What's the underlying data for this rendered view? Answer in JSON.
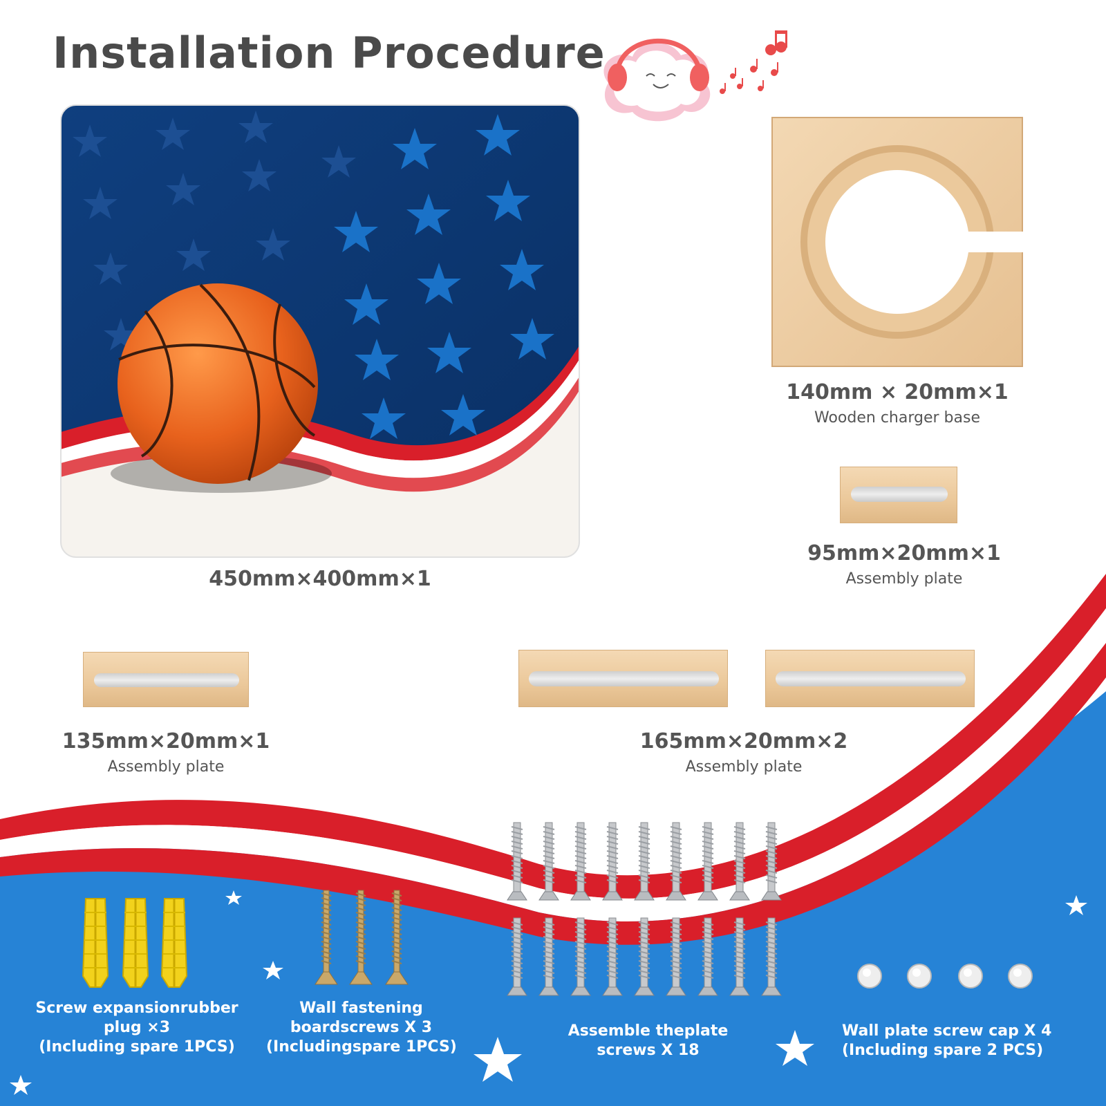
{
  "header": {
    "title": "Installation Procedure"
  },
  "board": {
    "dimension": "450mm×400mm×1"
  },
  "charger_base": {
    "dimension": "140mm × 20mm×1",
    "label": "Wooden charger base"
  },
  "plate_95": {
    "dimension": "95mm×20mm×1",
    "label": "Assembly plate"
  },
  "plate_135": {
    "dimension": "135mm×20mm×1",
    "label": "Assembly plate"
  },
  "plate_165": {
    "dimension": "165mm×20mm×2",
    "label": "Assembly plate"
  },
  "hardware": {
    "plugs": {
      "line1": "Screw expansionrubber",
      "line2": "plug ×3",
      "line3": "(Including spare 1PCS)"
    },
    "wall_screws": {
      "line1": "Wall fastening",
      "line2": "boardscrews X 3",
      "line3": "(Includingspare 1PCS)"
    },
    "plate_screws": {
      "line1": "Assemble theplate",
      "line2": "screws X 18"
    },
    "caps": {
      "line1": "Wall plate screw cap X 4",
      "line2": "(Including spare 2 PCS)"
    }
  },
  "colors": {
    "flag_blue": "#2683d6",
    "flag_red": "#d91f2a",
    "navy": "#0b3a78",
    "wood": "#ebc89a",
    "ball": "#e8621d"
  },
  "icons": [
    "cloud-headphones-icon",
    "music-notes-icon",
    "star-icon",
    "basketball-icon"
  ]
}
